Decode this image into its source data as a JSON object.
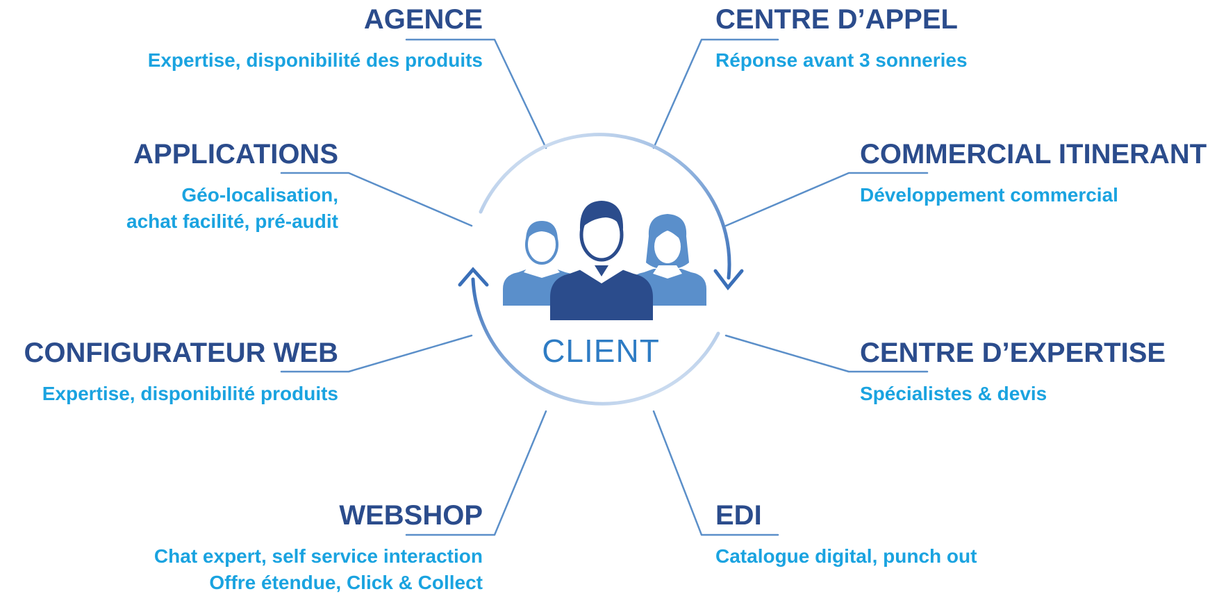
{
  "colors": {
    "title": "#2B4C8C",
    "description": "#1AA3E0",
    "connector": "#5B8FC9",
    "center_label": "#2E7CC4",
    "person_center": "#2B4C8C",
    "person_side": "#5A8FCB"
  },
  "center": {
    "label": "CLIENT",
    "icon": "people-group-icon"
  },
  "channels": [
    {
      "id": "agence",
      "title": "AGENCE",
      "lines": [
        "Expertise, disponibilité des produits"
      ]
    },
    {
      "id": "centre-appel",
      "title": "CENTRE D’APPEL",
      "lines": [
        "Réponse avant 3 sonneries"
      ]
    },
    {
      "id": "applications",
      "title": "APPLICATIONS",
      "lines": [
        "Géo-localisation,",
        "achat facilité, pré-audit"
      ]
    },
    {
      "id": "commercial-itinerant",
      "title": "COMMERCIAL ITINERANT",
      "lines": [
        "Développement commercial"
      ]
    },
    {
      "id": "configurateur-web",
      "title": "CONFIGURATEUR WEB",
      "lines": [
        "Expertise, disponibilité produits"
      ]
    },
    {
      "id": "centre-expertise",
      "title": "CENTRE D’EXPERTISE",
      "lines": [
        "Spécialistes & devis"
      ]
    },
    {
      "id": "webshop",
      "title": "WEBSHOP",
      "lines": [
        "Chat expert, self service interaction",
        "Offre étendue, Click & Collect"
      ]
    },
    {
      "id": "edi",
      "title": "EDI",
      "lines": [
        "Catalogue digital, punch out"
      ]
    }
  ]
}
